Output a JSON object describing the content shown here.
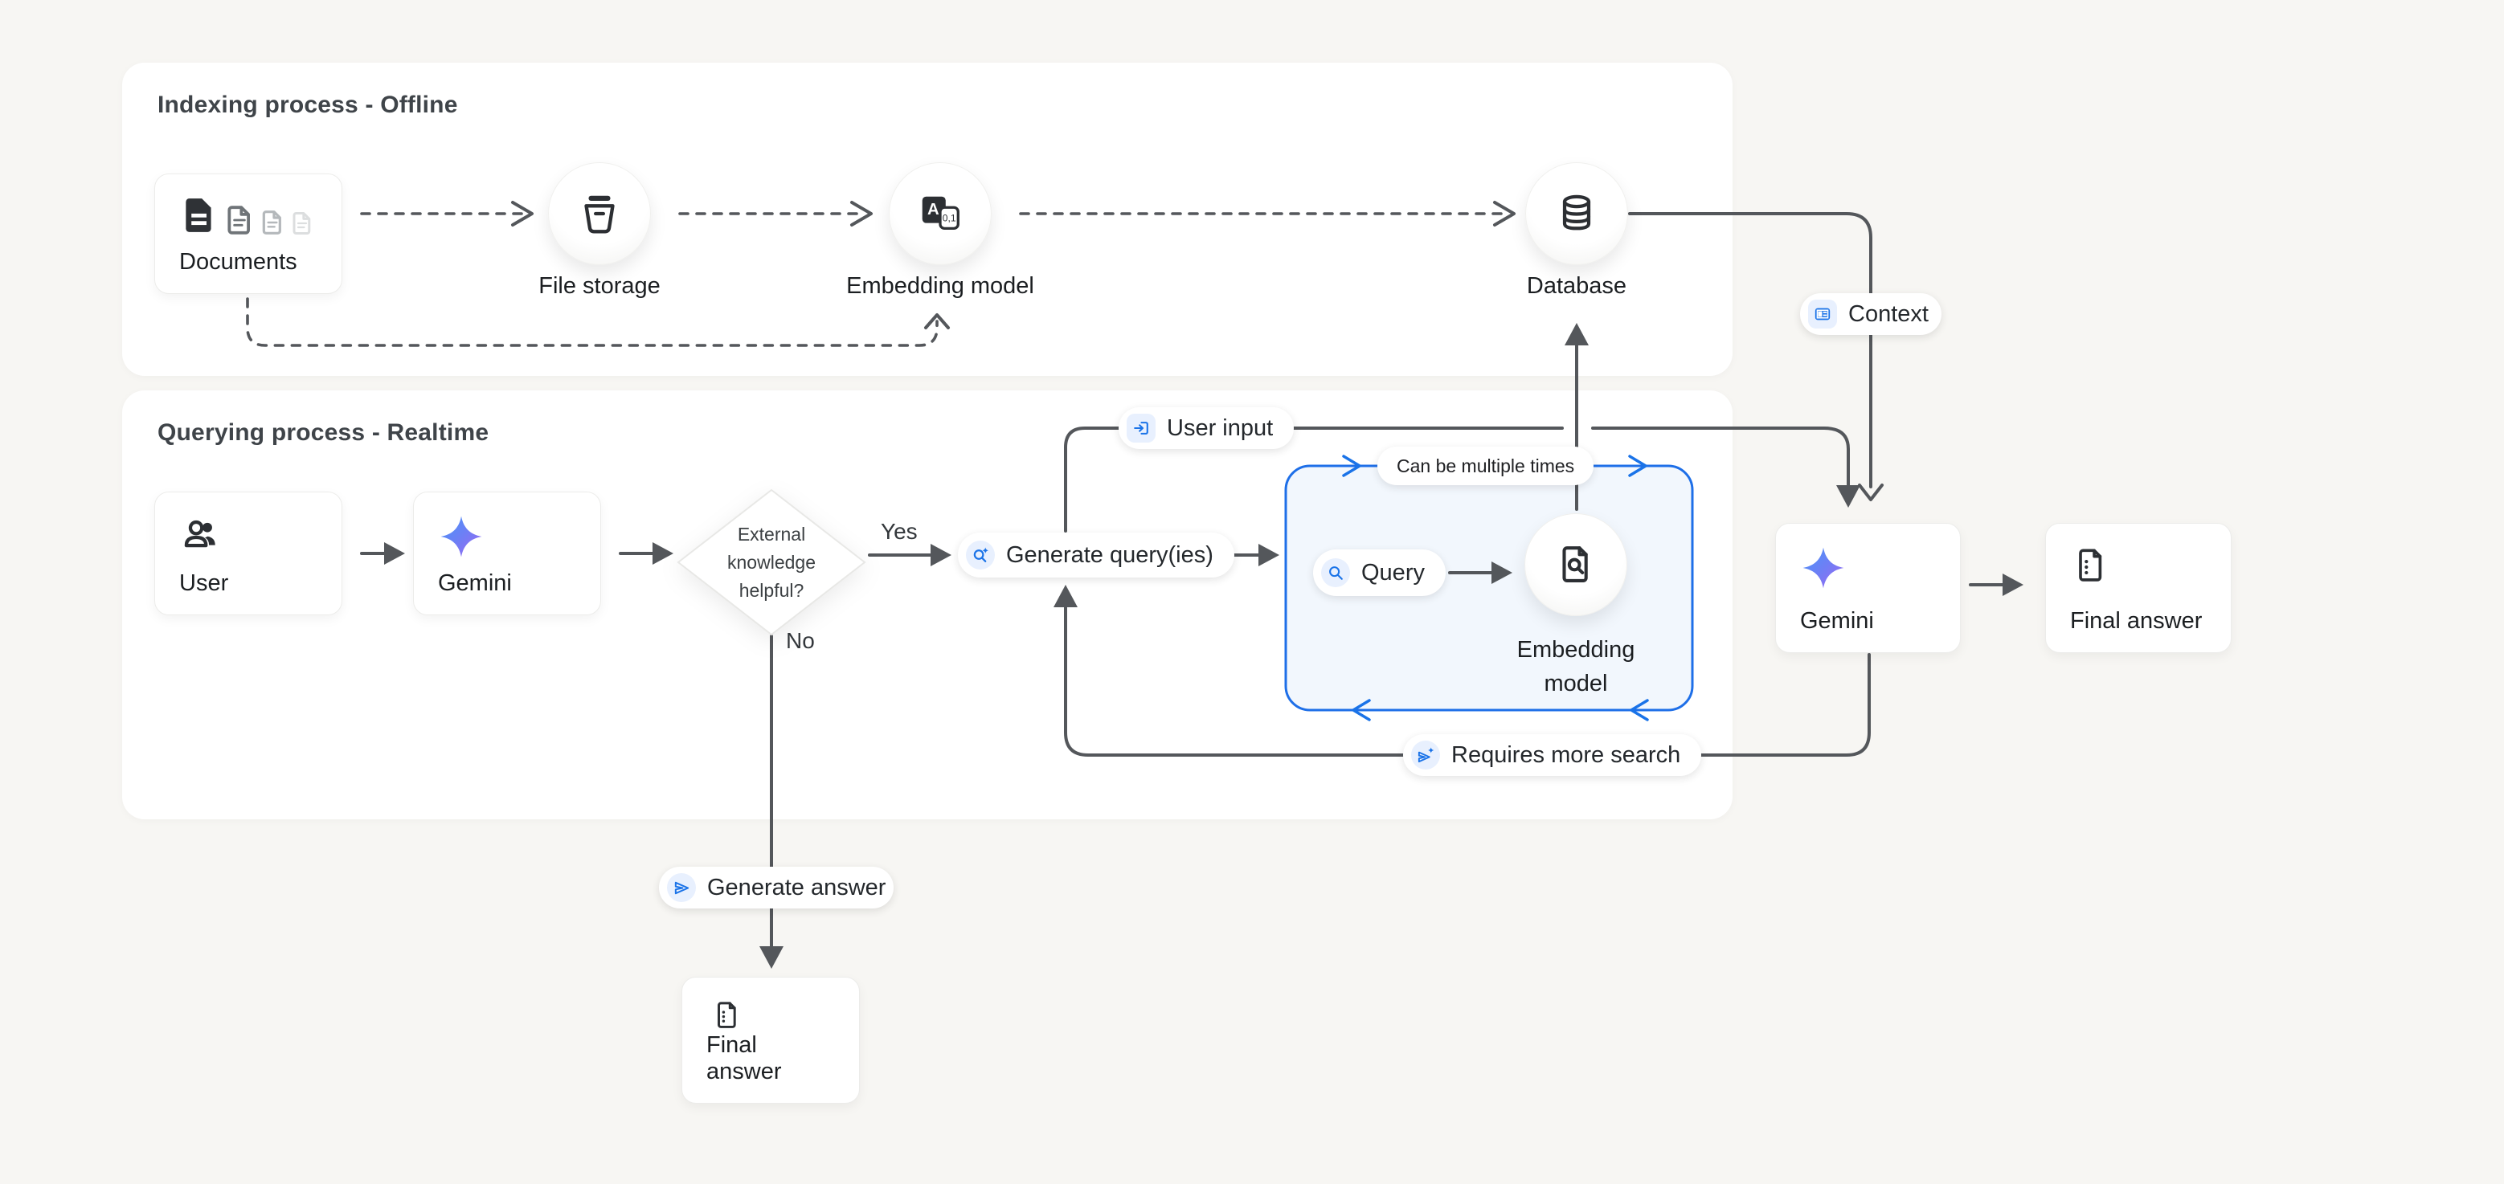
{
  "palette": {
    "page_bg": "#f7f6f3",
    "panel_bg": "#ffffff",
    "line": "#54575b",
    "icon_ink": "#2c2f33",
    "accent_blue": "#1a73e8",
    "chip_bg": "#e8f0fe",
    "loop_box_fill": "#f2f7fd",
    "loop_box_border": "#1e6fe8",
    "gemini_gradient_from": "#4796f8",
    "gemini_gradient_to": "#a066f2"
  },
  "panels": {
    "indexing": {
      "title": "Indexing process - Offline"
    },
    "querying": {
      "title": "Querying process - Realtime"
    }
  },
  "nodes": {
    "documents": {
      "label": "Documents",
      "icon": "document-stack-icon"
    },
    "file_storage": {
      "label": "File storage",
      "icon": "file-storage-icon"
    },
    "embedding_model_top": {
      "label": "Embedding model",
      "icon": "translate-embedding-icon",
      "glyph_letter": "A",
      "glyph_digits": "0,1"
    },
    "database": {
      "label": "Database",
      "icon": "database-icon"
    },
    "user": {
      "label": "User",
      "icon": "people-icon"
    },
    "gemini_left": {
      "label": "Gemini",
      "icon": "gemini-star-icon"
    },
    "decision": {
      "line1": "External",
      "line2": "knowledge",
      "line3": "helpful?"
    },
    "generate_queries": {
      "label": "Generate query(ies)",
      "icon": "search-sparkle-icon"
    },
    "query": {
      "label": "Query",
      "icon": "search-icon"
    },
    "embedding_model_bottom": {
      "line1": "Embedding",
      "line2": "model",
      "icon": "document-search-icon"
    },
    "gemini_right": {
      "label": "Gemini",
      "icon": "gemini-star-icon"
    },
    "final_answer_right": {
      "label": "Final answer",
      "icon": "document-icon"
    },
    "final_answer_bottom": {
      "label": "Final answer",
      "icon": "document-icon"
    }
  },
  "pills": {
    "context": {
      "label": "Context",
      "icon": "article-icon"
    },
    "user_input": {
      "label": "User input",
      "icon": "login-icon"
    },
    "can_be_multiple_times": {
      "label": "Can be multiple times"
    },
    "requires_more_search": {
      "label": "Requires more search",
      "icon": "send-sparkle-icon"
    },
    "generate_answer": {
      "label": "Generate answer",
      "icon": "send-icon"
    }
  },
  "edge_labels": {
    "yes": "Yes",
    "no": "No"
  }
}
